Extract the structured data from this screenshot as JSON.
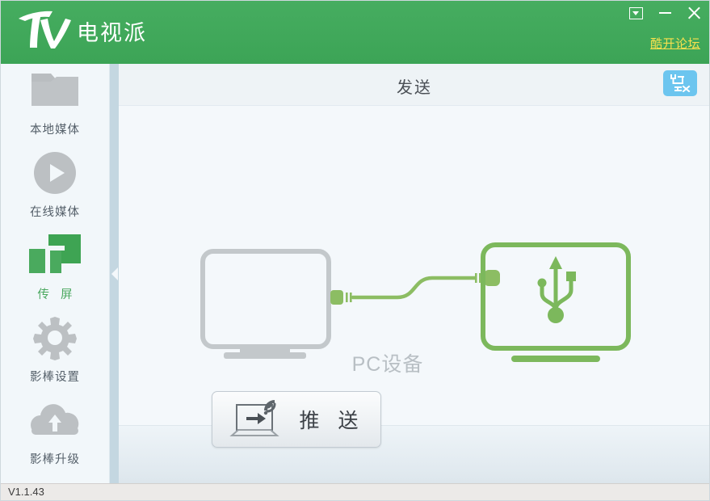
{
  "window": {
    "brand_name": "电视派",
    "logo_text": "TV",
    "forum_link": "酷开论坛",
    "controls": {
      "restore_label": "▼",
      "minimize_label": "—",
      "close_label": "✕"
    }
  },
  "sidebar": {
    "items": [
      {
        "label": "本地媒体",
        "icon": "folder-icon",
        "active": false
      },
      {
        "label": "在线媒体",
        "icon": "play-circle-icon",
        "active": false
      },
      {
        "label": "传 屏",
        "icon": "screen-cast-icon",
        "active": true
      },
      {
        "label": "影棒设置",
        "icon": "gear-icon",
        "active": false
      },
      {
        "label": "影棒升级",
        "icon": "cloud-upload-icon",
        "active": false
      }
    ]
  },
  "main": {
    "title": "发送",
    "network_button_icon": "network-disconnect-icon",
    "illustration": {
      "pc_label": "PC设备",
      "pc_device_color": "#c3c8cb",
      "tv_device_color": "#7cb85c",
      "cable_color": "#8cbd63",
      "tv_icon": "usb-icon"
    },
    "push_button": {
      "label": "推 送",
      "icon": "laptop-cast-icon"
    }
  },
  "statusbar": {
    "version": "V1.1.43"
  },
  "colors": {
    "brand_green": "#3faa5b",
    "accent_green": "#4aa85f",
    "link_yellow": "#f6e04e",
    "panel_bg": "#f4f8fb",
    "sidebar_bg": "#f2f7fa",
    "blue_button": "#6cc5ef"
  }
}
